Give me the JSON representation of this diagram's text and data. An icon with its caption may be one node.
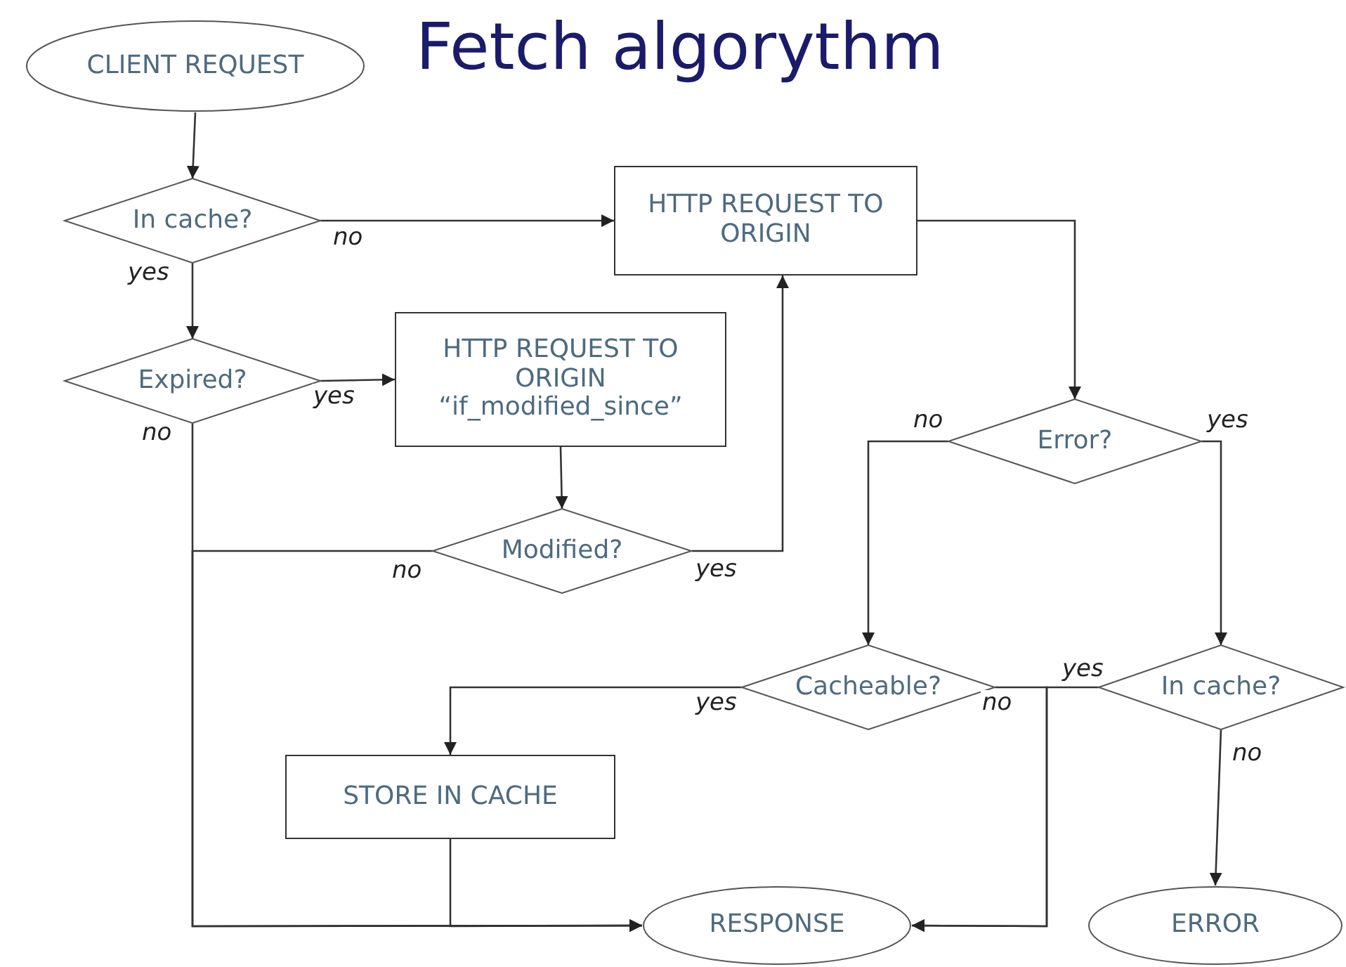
{
  "diagram": {
    "title": "Fetch algorythm",
    "nodes": [
      {
        "text": [
          "CLIENT REQUEST"
        ]
      },
      {
        "text": [
          "In cache?"
        ]
      },
      {
        "text": [
          "HTTP REQUEST TO ORIGIN"
        ]
      },
      {
        "text": [
          "Expired?"
        ]
      },
      {
        "text": [
          "HTTP REQUEST TO ORIGIN “if_modified_since”"
        ]
      },
      {
        "text": [
          "Modified?"
        ]
      },
      {
        "text": [
          "Error?"
        ]
      },
      {
        "text": [
          "Cacheable?"
        ]
      },
      {
        "text": [
          "In cache?"
        ]
      },
      {
        "text": [
          "STORE IN CACHE"
        ]
      },
      {
        "text": [
          "RESPONSE"
        ]
      },
      {
        "text": [
          "ERROR"
        ]
      }
    ],
    "edges": [
      {
        "from": 0,
        "to": 1,
        "arrow": "to"
      },
      {
        "from": 1,
        "to": 2,
        "arrow": "to",
        "label": "no"
      },
      {
        "from": 1,
        "to": 3,
        "arrow": "to",
        "label": "yes"
      },
      {
        "from": 3,
        "to": 4,
        "arrow": "to",
        "label": "yes"
      },
      {
        "from": 3,
        "to": 10,
        "arrow": "to",
        "label": "no"
      },
      {
        "from": 4,
        "to": 5,
        "arrow": "to"
      },
      {
        "from": 5,
        "to": 10,
        "arrow": "to",
        "label": "no"
      },
      {
        "from": 5,
        "to": 2,
        "arrow": "to",
        "label": "yes"
      },
      {
        "from": 2,
        "to": 6,
        "arrow": "to"
      },
      {
        "from": 6,
        "to": 7,
        "arrow": "to",
        "label": "no"
      },
      {
        "from": 6,
        "to": 8,
        "arrow": "to",
        "label": "yes"
      },
      {
        "from": 7,
        "to": 9,
        "arrow": "to",
        "label": "yes"
      },
      {
        "from": 7,
        "to": 10,
        "arrow": "to",
        "label": "no"
      },
      {
        "from": 8,
        "to": 10,
        "arrow": "to",
        "label": "yes"
      },
      {
        "from": 8,
        "to": 11,
        "arrow": "to",
        "label": "no"
      },
      {
        "from": 9,
        "to": 10,
        "arrow": "to"
      }
    ]
  }
}
